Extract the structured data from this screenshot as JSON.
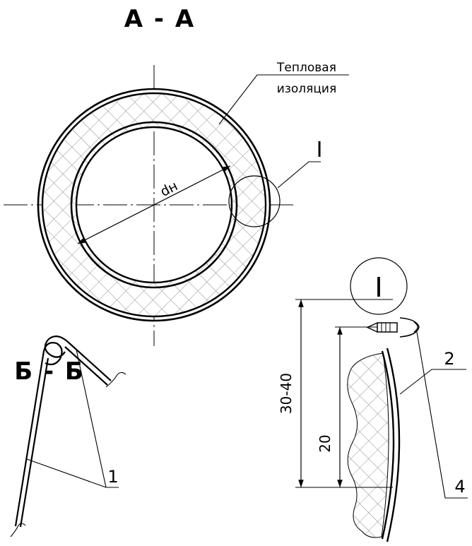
{
  "section_aa": {
    "title": "А - А",
    "insulation_label_line1": "Тепловая",
    "insulation_label_line2": "изоляция",
    "diameter_label": "dн",
    "detail_marker": "I"
  },
  "detail_view": {
    "marker": "I",
    "dimension_total": "30-40",
    "dimension_fastener": "20",
    "callout_cover": "2",
    "callout_fastener": "4"
  },
  "section_bb": {
    "title": "Б - Б",
    "callout_seam": "1"
  }
}
